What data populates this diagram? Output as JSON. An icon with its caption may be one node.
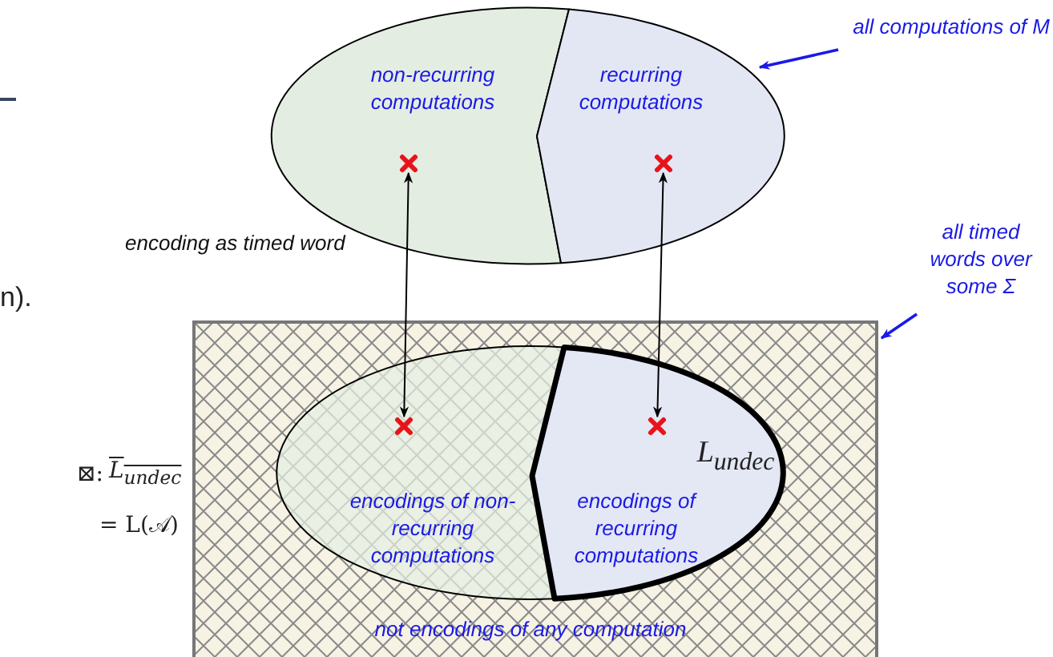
{
  "diagram": {
    "nodes": [
      {
        "text": [
          "non-recurring computations"
        ]
      },
      {
        "text": [
          "recurring computations"
        ]
      },
      {
        "text": [],
        "shape": "cross",
        "in": 0
      },
      {
        "text": [],
        "shape": "cross",
        "in": 1
      },
      {
        "text": [
          "all computations of M"
        ]
      },
      {
        "text": [
          "not encodings of any computation"
        ]
      },
      {
        "text": [
          "encodings of non-recurring computations"
        ],
        "in": 5
      },
      {
        "text": [
          "L$_{undec}$",
          "encodings of recurring computations"
        ],
        "in": 5
      },
      {
        "text": [],
        "shape": "cross",
        "in": 6
      },
      {
        "text": [],
        "shape": "cross",
        "in": 7
      },
      {
        "text": [
          "all timed words over some Σ"
        ]
      }
    ],
    "edges": [
      {
        "from": 2,
        "to": 8,
        "arrow": "both",
        "label": "encoding as timed word"
      },
      {
        "from": 3,
        "to": 9,
        "arrow": "both"
      },
      {
        "from": 4,
        "to": 1,
        "arrow": "to",
        "color": "#1a1ae6"
      },
      {
        "from": 10,
        "to": 5,
        "arrow": "to",
        "color": "#1a1ae6"
      }
    ],
    "labels": [
      "n).",
      "⊠:",
      "L$_{undec}$",
      "= L(𝒜)"
    ]
  }
}
